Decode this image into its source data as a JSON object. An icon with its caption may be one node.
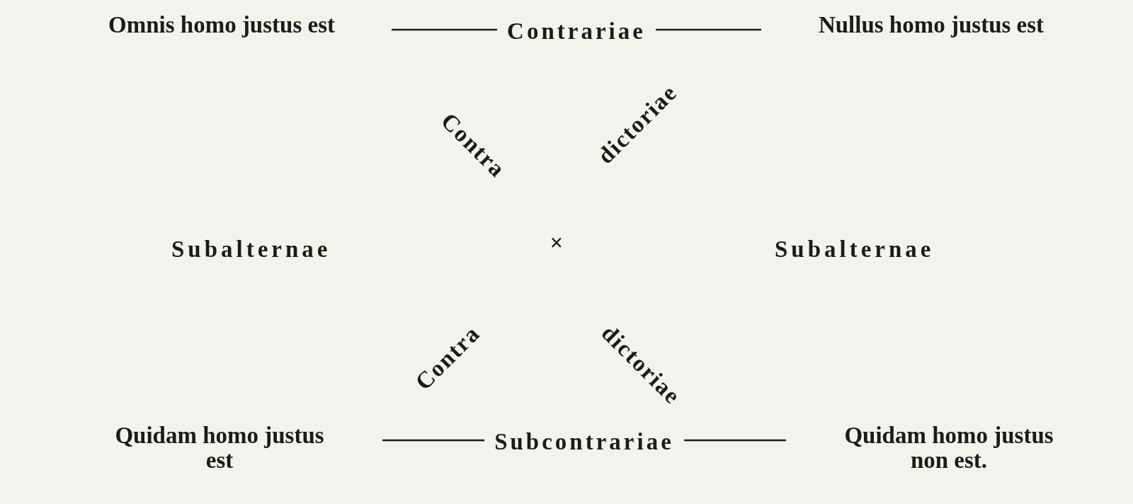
{
  "diagram": {
    "nodes": [
      {
        "text": [
          "Omnis homo justus est"
        ]
      },
      {
        "text": [
          "Nullus homo justus est"
        ]
      },
      {
        "text": [
          "Quidam homo justus est"
        ]
      },
      {
        "text": [
          "Quidam homo justus non est."
        ]
      }
    ],
    "edges": [
      {
        "from": 0,
        "to": 1,
        "arrow": "none",
        "label": "Contrariae"
      },
      {
        "from": 2,
        "to": 3,
        "arrow": "none",
        "label": "Subcontrariae"
      }
    ],
    "labels": [
      "Contra",
      "dictoriae",
      "Subalternae",
      "×",
      "Subalternae",
      "Contra",
      "dictoriae"
    ]
  }
}
